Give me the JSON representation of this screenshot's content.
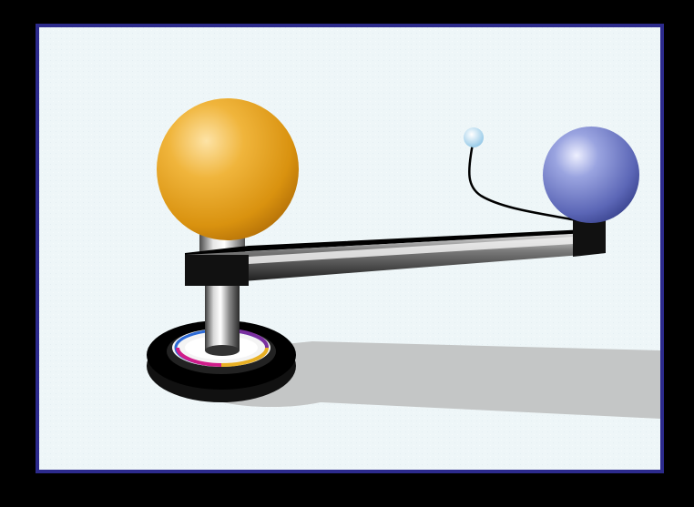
{
  "image": {
    "subject": "orrery-model",
    "colors": {
      "page_background": "#000000",
      "frame_border": "#2c2a8c",
      "panel_background": "#eef6f8",
      "sun": "#e3a21c",
      "earth": "#6c78c4",
      "moon": "#c6e6f6",
      "arm": "#111111",
      "post": "#9a9a9a",
      "shadow": "#c4c6c6"
    },
    "parts": [
      "sun-sphere",
      "earth-sphere",
      "moon-sphere",
      "support-arm",
      "central-post",
      "round-base",
      "cast-shadow"
    ]
  }
}
